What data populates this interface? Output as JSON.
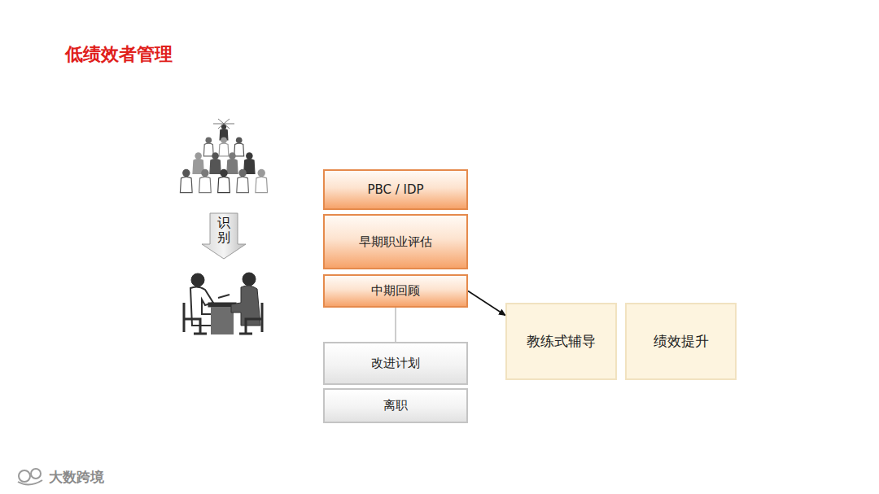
{
  "diagram": {
    "title": "低绩效者管理",
    "nodes": [
      {
        "text": [
          "PBC / IDP"
        ]
      },
      {
        "text": [
          "早期职业评估"
        ]
      },
      {
        "text": [
          "中期回顾"
        ]
      },
      {
        "text": [
          "改进计划"
        ]
      },
      {
        "text": [
          "离职"
        ]
      },
      {
        "text": [
          "教练式辅导"
        ]
      },
      {
        "text": [
          "绩效提升"
        ]
      }
    ],
    "edges": [
      {
        "from": 2,
        "to": 3,
        "arrow": "none"
      },
      {
        "from": 2,
        "to": 5,
        "arrow": "to"
      }
    ],
    "labels": [
      "识别",
      "大数跨境"
    ]
  }
}
